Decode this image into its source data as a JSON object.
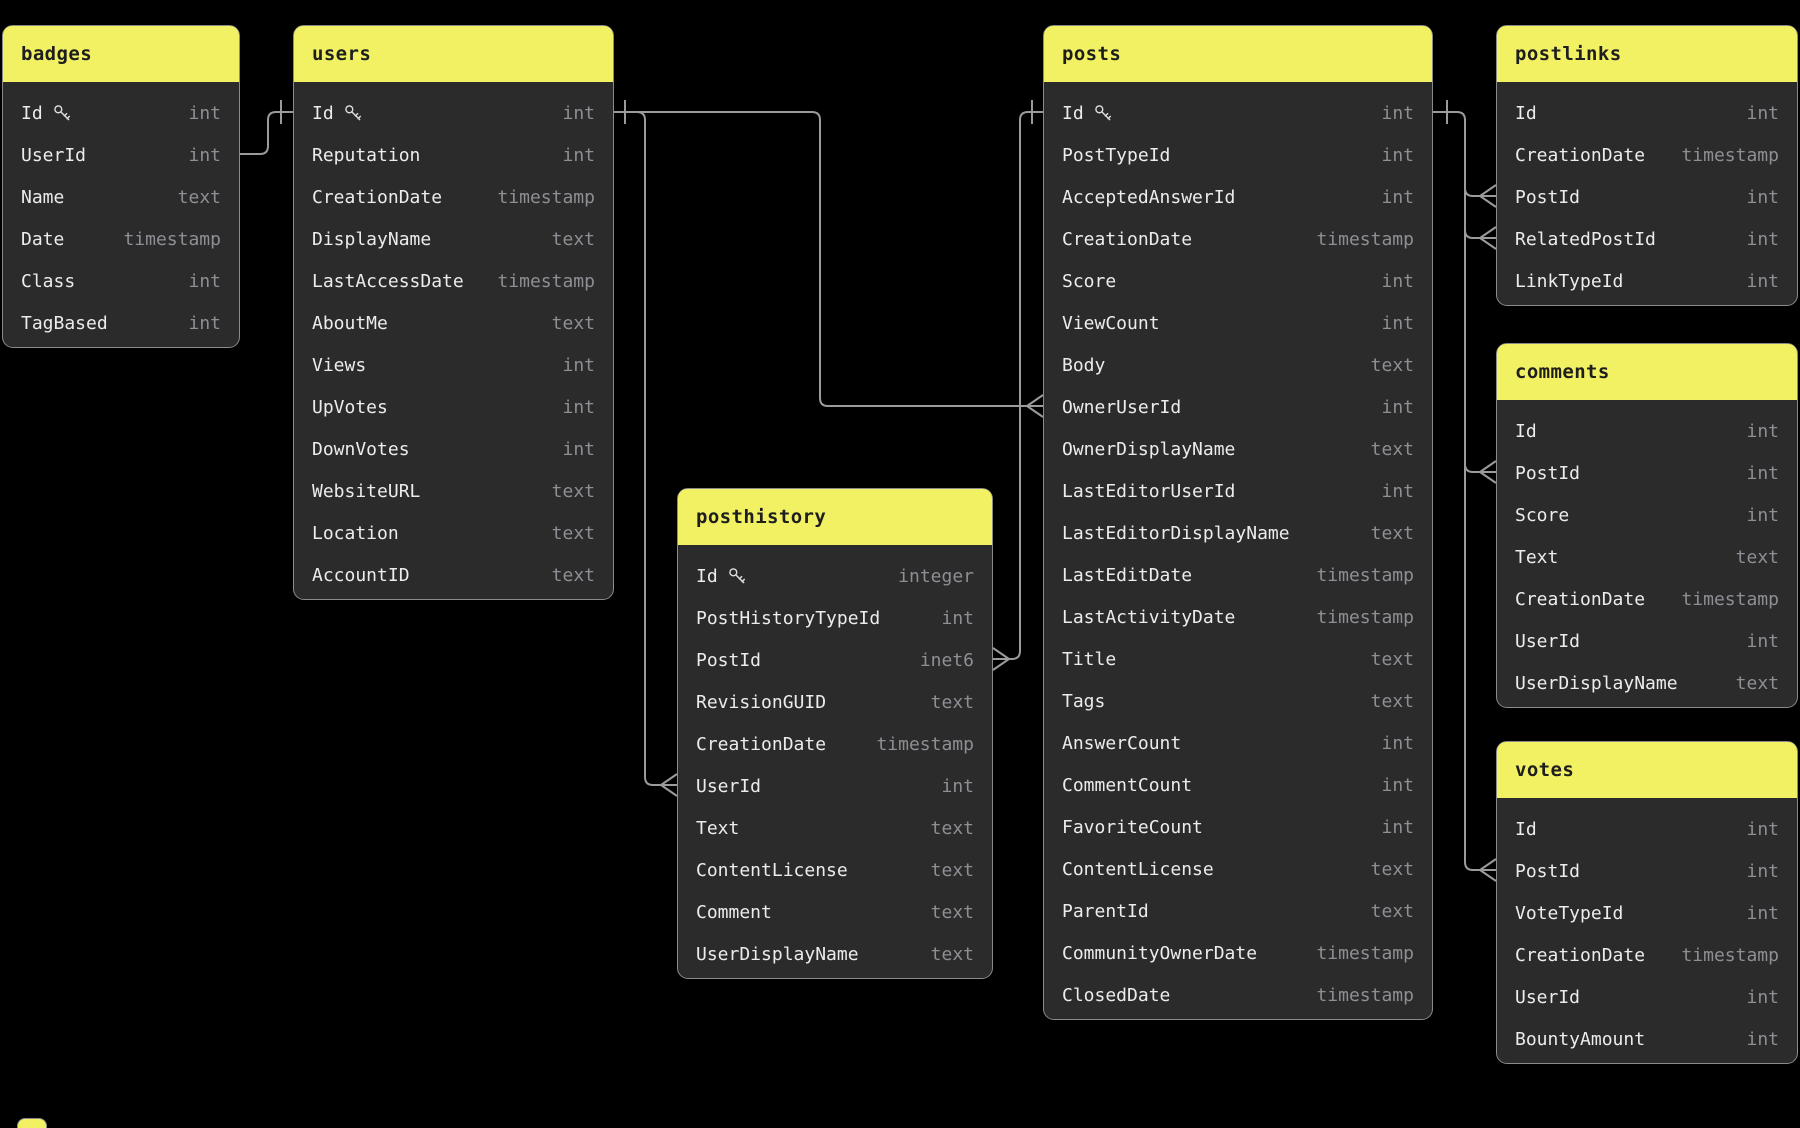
{
  "colors": {
    "background": "#000000",
    "header_accent": "#f2f164",
    "table_surface": "#2b2b2b",
    "field_text": "#ececec",
    "type_text": "#8e8e94",
    "wire": "#9b9b9b"
  },
  "diagram": {
    "tables": [
      {
        "id": "badges",
        "title": "badges",
        "fields": [
          {
            "name": "Id",
            "type": "int",
            "key": true
          },
          {
            "name": "UserId",
            "type": "int",
            "key": false
          },
          {
            "name": "Name",
            "type": "text",
            "key": false
          },
          {
            "name": "Date",
            "type": "timestamp",
            "key": false
          },
          {
            "name": "Class",
            "type": "int",
            "key": false
          },
          {
            "name": "TagBased",
            "type": "int",
            "key": false
          }
        ]
      },
      {
        "id": "users",
        "title": "users",
        "fields": [
          {
            "name": "Id",
            "type": "int",
            "key": true
          },
          {
            "name": "Reputation",
            "type": "int",
            "key": false
          },
          {
            "name": "CreationDate",
            "type": "timestamp",
            "key": false
          },
          {
            "name": "DisplayName",
            "type": "text",
            "key": false
          },
          {
            "name": "LastAccessDate",
            "type": "timestamp",
            "key": false
          },
          {
            "name": "AboutMe",
            "type": "text",
            "key": false
          },
          {
            "name": "Views",
            "type": "int",
            "key": false
          },
          {
            "name": "UpVotes",
            "type": "int",
            "key": false
          },
          {
            "name": "DownVotes",
            "type": "int",
            "key": false
          },
          {
            "name": "WebsiteURL",
            "type": "text",
            "key": false
          },
          {
            "name": "Location",
            "type": "text",
            "key": false
          },
          {
            "name": "AccountID",
            "type": "text",
            "key": false
          }
        ]
      },
      {
        "id": "posthistory",
        "title": "posthistory",
        "fields": [
          {
            "name": "Id",
            "type": "integer",
            "key": true
          },
          {
            "name": "PostHistoryTypeId",
            "type": "int",
            "key": false
          },
          {
            "name": "PostId",
            "type": "inet6",
            "key": false
          },
          {
            "name": "RevisionGUID",
            "type": "text",
            "key": false
          },
          {
            "name": "CreationDate",
            "type": "timestamp",
            "key": false
          },
          {
            "name": "UserId",
            "type": "int",
            "key": false
          },
          {
            "name": "Text",
            "type": "text",
            "key": false
          },
          {
            "name": "ContentLicense",
            "type": "text",
            "key": false
          },
          {
            "name": "Comment",
            "type": "text",
            "key": false
          },
          {
            "name": "UserDisplayName",
            "type": "text",
            "key": false
          }
        ]
      },
      {
        "id": "posts",
        "title": "posts",
        "fields": [
          {
            "name": "Id",
            "type": "int",
            "key": true
          },
          {
            "name": "PostTypeId",
            "type": "int",
            "key": false
          },
          {
            "name": "AcceptedAnswerId",
            "type": "int",
            "key": false
          },
          {
            "name": "CreationDate",
            "type": "timestamp",
            "key": false
          },
          {
            "name": "Score",
            "type": "int",
            "key": false
          },
          {
            "name": "ViewCount",
            "type": "int",
            "key": false
          },
          {
            "name": "Body",
            "type": "text",
            "key": false
          },
          {
            "name": "OwnerUserId",
            "type": "int",
            "key": false
          },
          {
            "name": "OwnerDisplayName",
            "type": "text",
            "key": false
          },
          {
            "name": "LastEditorUserId",
            "type": "int",
            "key": false
          },
          {
            "name": "LastEditorDisplayName",
            "type": "text",
            "key": false
          },
          {
            "name": "LastEditDate",
            "type": "timestamp",
            "key": false
          },
          {
            "name": "LastActivityDate",
            "type": "timestamp",
            "key": false
          },
          {
            "name": "Title",
            "type": "text",
            "key": false
          },
          {
            "name": "Tags",
            "type": "text",
            "key": false
          },
          {
            "name": "AnswerCount",
            "type": "int",
            "key": false
          },
          {
            "name": "CommentCount",
            "type": "int",
            "key": false
          },
          {
            "name": "FavoriteCount",
            "type": "int",
            "key": false
          },
          {
            "name": "ContentLicense",
            "type": "text",
            "key": false
          },
          {
            "name": "ParentId",
            "type": "text",
            "key": false
          },
          {
            "name": "CommunityOwnerDate",
            "type": "timestamp",
            "key": false
          },
          {
            "name": "ClosedDate",
            "type": "timestamp",
            "key": false
          }
        ]
      },
      {
        "id": "postlinks",
        "title": "postlinks",
        "fields": [
          {
            "name": "Id",
            "type": "int",
            "key": false
          },
          {
            "name": "CreationDate",
            "type": "timestamp",
            "key": false
          },
          {
            "name": "PostId",
            "type": "int",
            "key": false
          },
          {
            "name": "RelatedPostId",
            "type": "int",
            "key": false
          },
          {
            "name": "LinkTypeId",
            "type": "int",
            "key": false
          }
        ]
      },
      {
        "id": "comments",
        "title": "comments",
        "fields": [
          {
            "name": "Id",
            "type": "int",
            "key": false
          },
          {
            "name": "PostId",
            "type": "int",
            "key": false
          },
          {
            "name": "Score",
            "type": "int",
            "key": false
          },
          {
            "name": "Text",
            "type": "text",
            "key": false
          },
          {
            "name": "CreationDate",
            "type": "timestamp",
            "key": false
          },
          {
            "name": "UserId",
            "type": "int",
            "key": false
          },
          {
            "name": "UserDisplayName",
            "type": "text",
            "key": false
          }
        ]
      },
      {
        "id": "votes",
        "title": "votes",
        "fields": [
          {
            "name": "Id",
            "type": "int",
            "key": false
          },
          {
            "name": "PostId",
            "type": "int",
            "key": false
          },
          {
            "name": "VoteTypeId",
            "type": "int",
            "key": false
          },
          {
            "name": "CreationDate",
            "type": "timestamp",
            "key": false
          },
          {
            "name": "UserId",
            "type": "int",
            "key": false
          },
          {
            "name": "BountyAmount",
            "type": "int",
            "key": false
          }
        ]
      }
    ],
    "relationships": [
      {
        "from": "badges.UserId",
        "to": "users.Id",
        "from_cardinality": "many",
        "to_cardinality": "one"
      },
      {
        "from": "users.Id",
        "to": "posts.OwnerUserId",
        "from_cardinality": "one",
        "to_cardinality": "many"
      },
      {
        "from": "users.Id",
        "to": "posthistory.UserId",
        "from_cardinality": "one",
        "to_cardinality": "many"
      },
      {
        "from": "posts.Id",
        "to": "posthistory.PostId",
        "from_cardinality": "one",
        "to_cardinality": "many"
      },
      {
        "from": "posts.Id",
        "to": "postlinks.PostId",
        "from_cardinality": "one",
        "to_cardinality": "many"
      },
      {
        "from": "posts.Id",
        "to": "postlinks.RelatedPostId",
        "from_cardinality": "one",
        "to_cardinality": "many"
      },
      {
        "from": "posts.Id",
        "to": "comments.PostId",
        "from_cardinality": "one",
        "to_cardinality": "many"
      },
      {
        "from": "posts.Id",
        "to": "votes.PostId",
        "from_cardinality": "one",
        "to_cardinality": "many"
      }
    ]
  }
}
